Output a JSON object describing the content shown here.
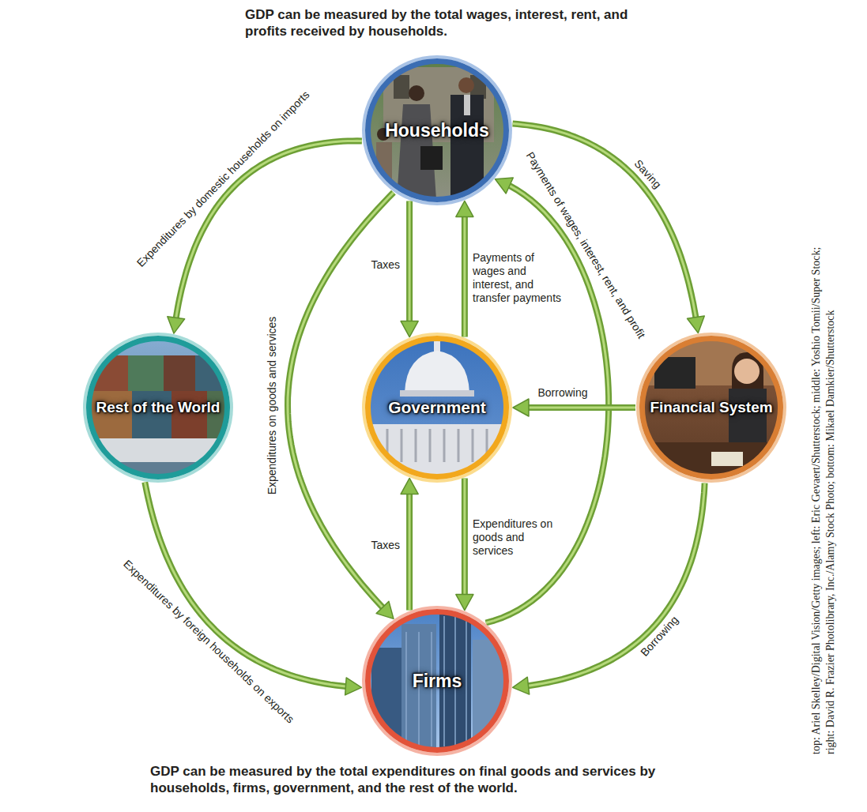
{
  "diagram": {
    "title": "GDP can be measured by the total wages, interest, rent, and profits received by households.",
    "caption": "GDP can be measured by the total expenditures on final goods and services by households, firms, government, and the rest of the world.",
    "nodes": [
      {
        "text": [
          "Households"
        ]
      },
      {
        "text": [
          "Rest of the World"
        ]
      },
      {
        "text": [
          "Government"
        ]
      },
      {
        "text": [
          "Financial System"
        ]
      },
      {
        "text": [
          "Firms"
        ]
      }
    ],
    "edges": [
      {
        "from": 0,
        "to": 1,
        "label": "Expenditures by domestic households on imports",
        "arrow": "to"
      },
      {
        "from": 0,
        "to": 4,
        "label": "Expenditures on goods and services",
        "arrow": "to"
      },
      {
        "from": 0,
        "to": 2,
        "label": "Taxes",
        "arrow": "to"
      },
      {
        "from": 2,
        "to": 0,
        "label": "Payments of wages and interest, and transfer payments",
        "arrow": "to"
      },
      {
        "from": 4,
        "to": 0,
        "label": "Payments of wages, interest, rent, and profit",
        "arrow": "to"
      },
      {
        "from": 0,
        "to": 3,
        "label": "Saving",
        "arrow": "to"
      },
      {
        "from": 3,
        "to": 2,
        "label": "Borrowing",
        "arrow": "to"
      },
      {
        "from": 1,
        "to": 4,
        "label": "Expenditures by foreign households on exports",
        "arrow": "to"
      },
      {
        "from": 4,
        "to": 2,
        "label": "Taxes",
        "arrow": "to"
      },
      {
        "from": 2,
        "to": 4,
        "label": "Expenditures on goods and services",
        "arrow": "to"
      },
      {
        "from": 3,
        "to": 4,
        "label": "Borrowing",
        "arrow": "to"
      }
    ],
    "labels": [
      "top: Ariel Skelley/Digital Vision/Getty images; left: Eric Gevaert/Shutterstock; middle: Yoshio Tomii/Super Stock; right: David R. Frazier Photolibrary, Inc./Alamy Stock Photo; bottom: Mikael Damkier/Shutterstock"
    ]
  }
}
